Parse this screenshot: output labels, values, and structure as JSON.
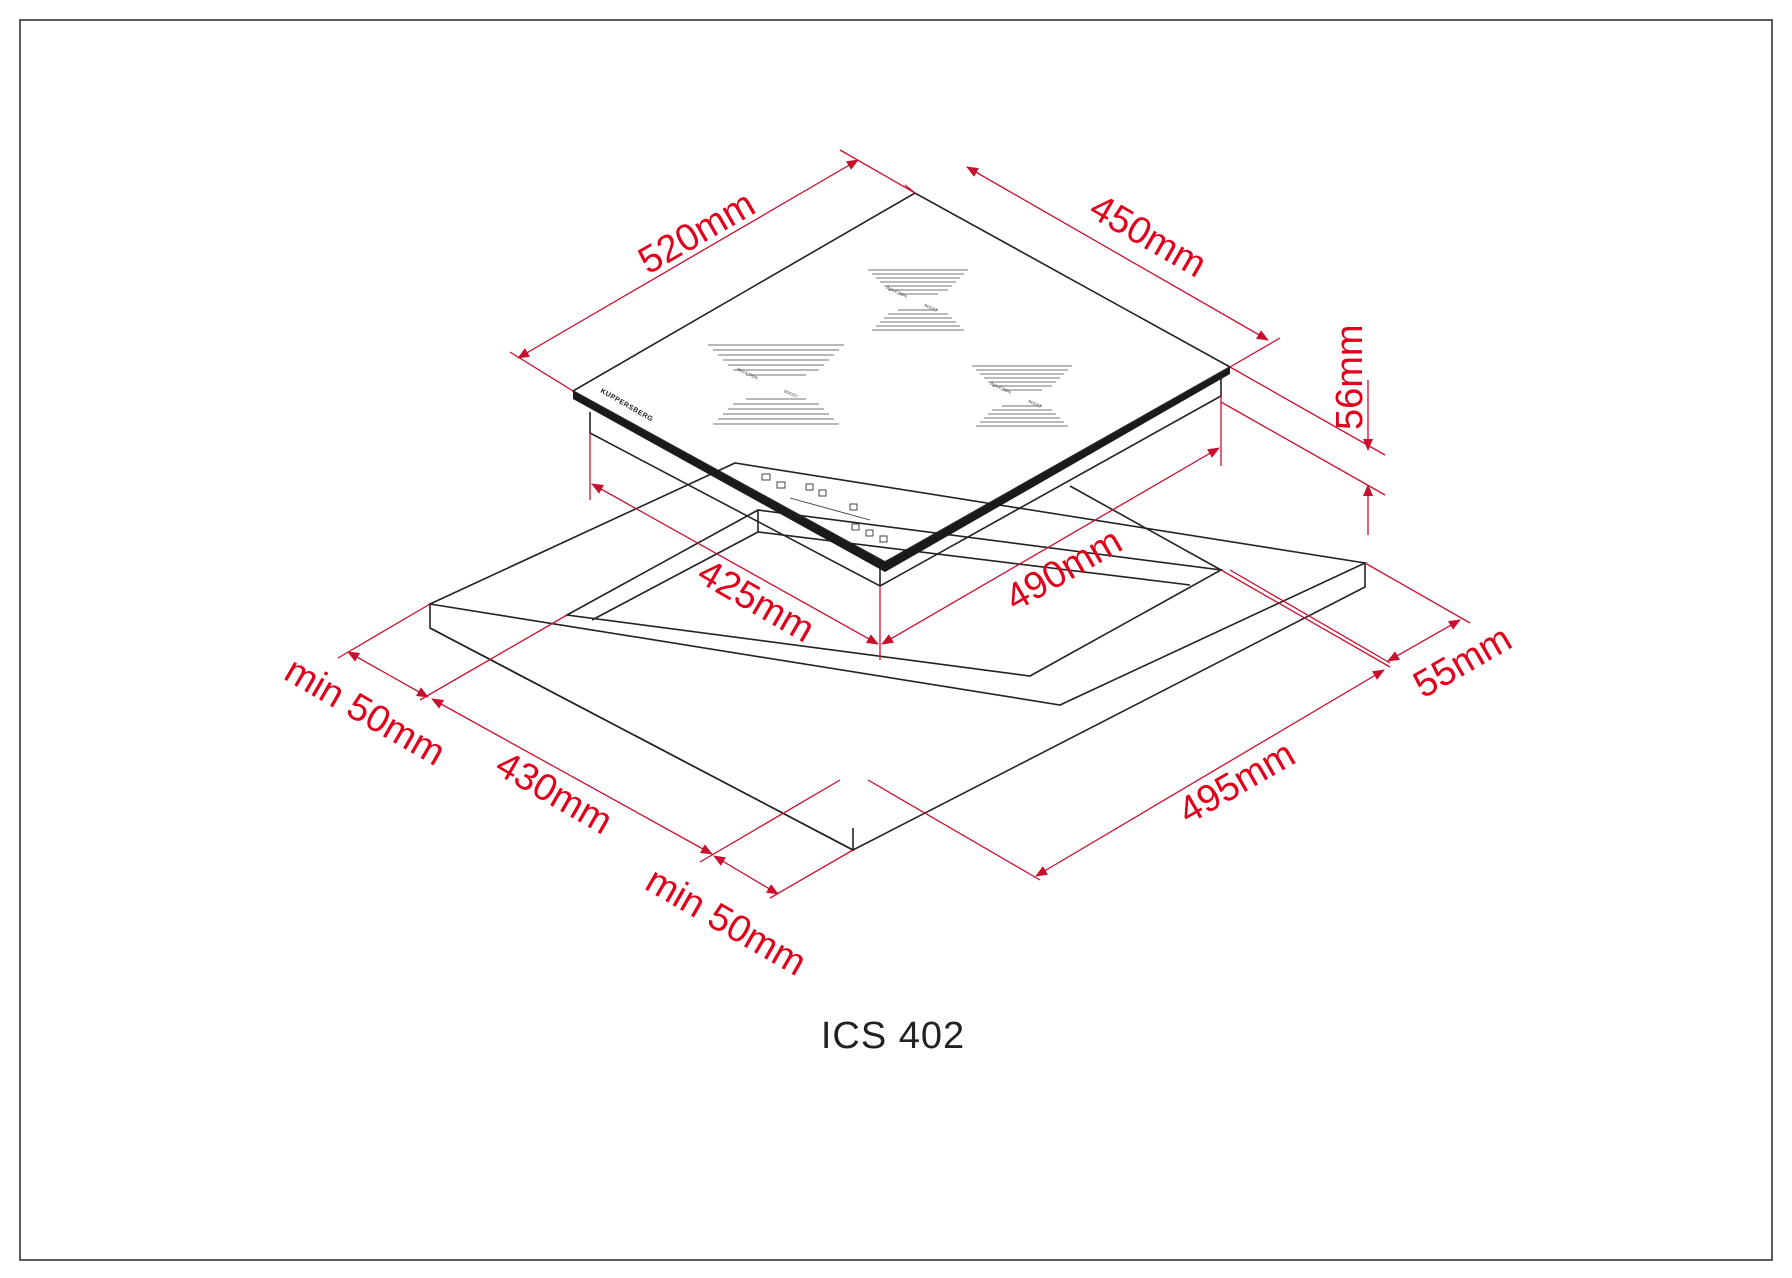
{
  "model_label": "ICS 402",
  "brand_label": "KUPPERSBERG",
  "zone_labels": {
    "left": "INDUCTION",
    "right": "BOOST"
  },
  "dimensions": {
    "glass_depth": "520mm",
    "glass_width": "450mm",
    "total_height": "56mm",
    "body_depth": "425mm",
    "body_width": "490mm",
    "side_clearance": "55mm",
    "left_clearance": "min 50mm",
    "cutout_depth": "430mm",
    "cutout_width": "495mm",
    "front_clearance": "min 50mm"
  },
  "colors": {
    "dimension": "#e0001b",
    "outline": "#222222",
    "frame": "#333333"
  }
}
